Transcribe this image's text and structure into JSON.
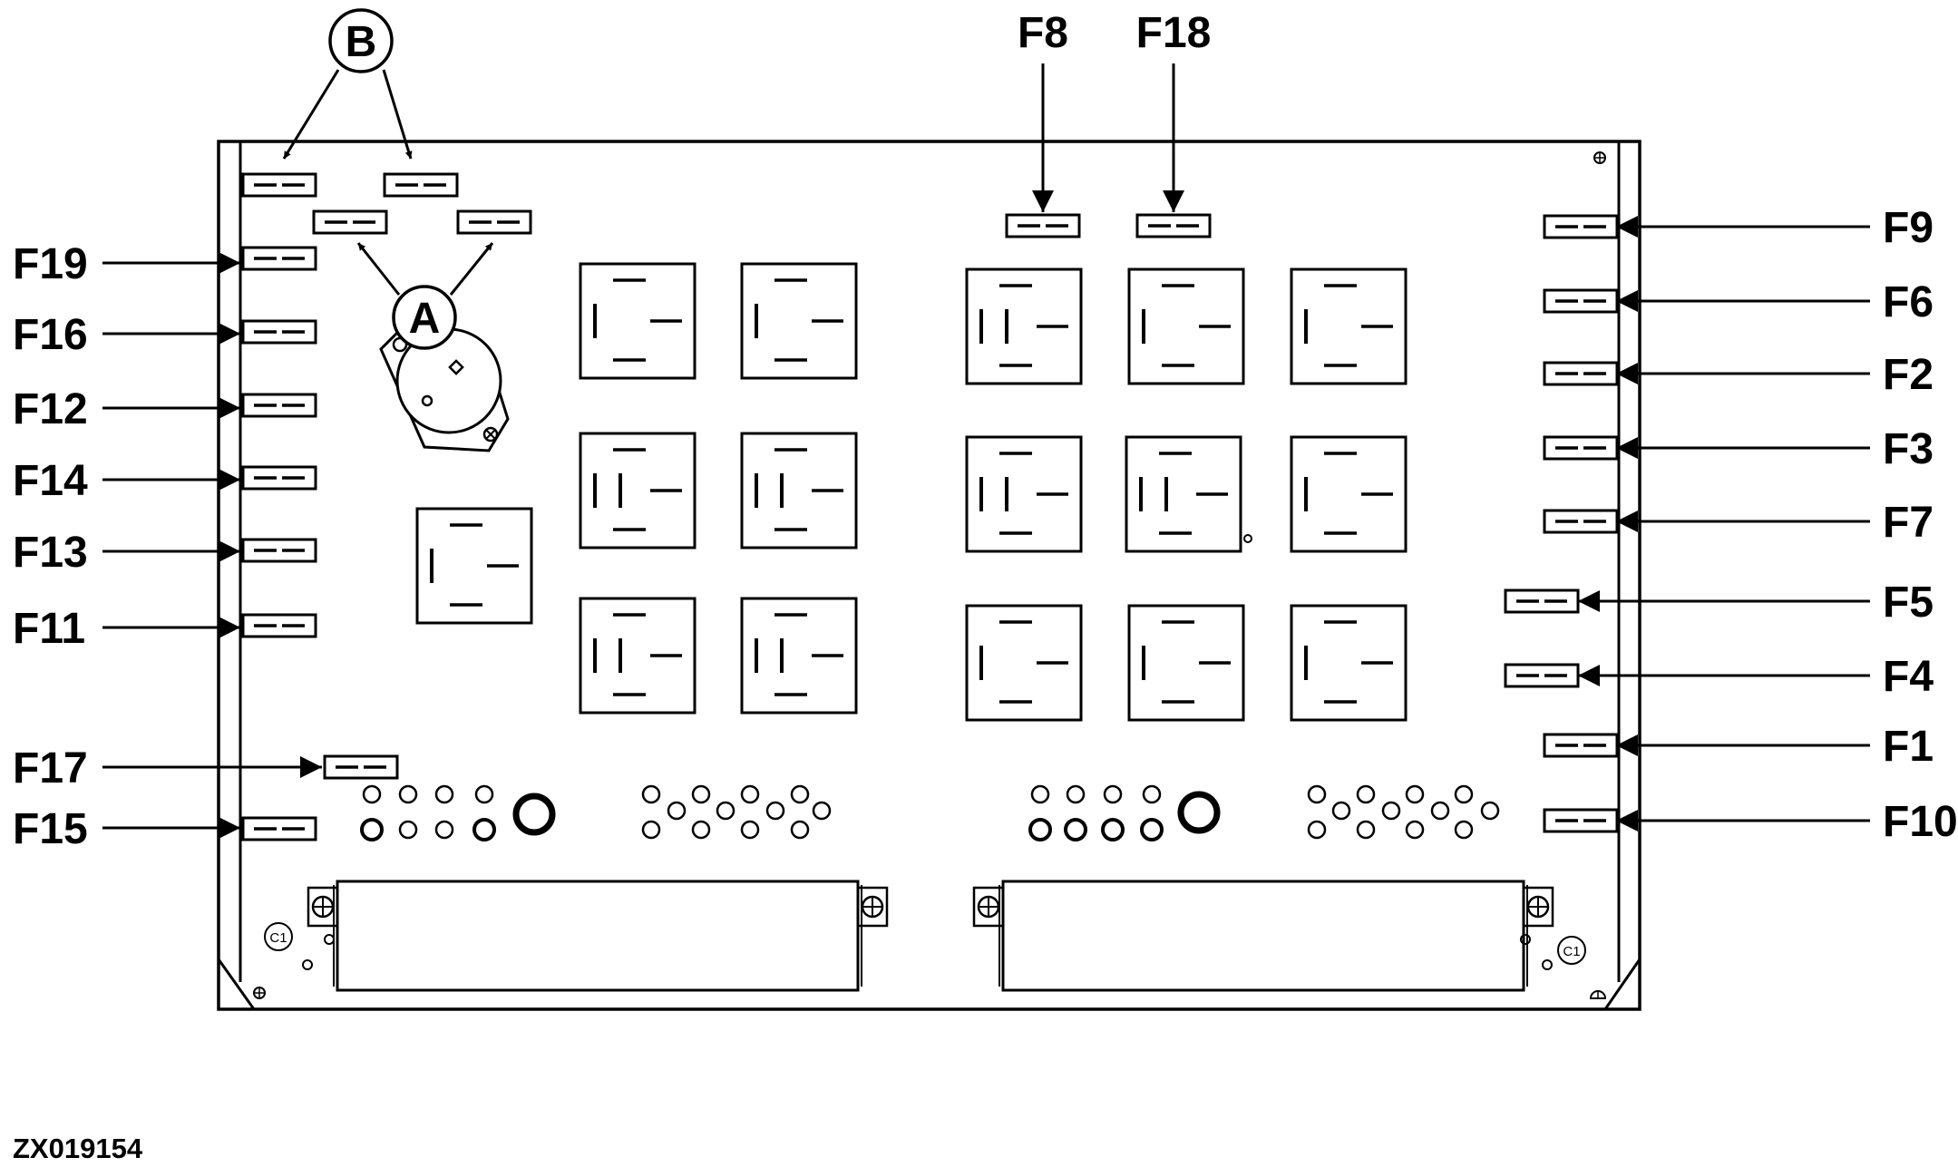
{
  "diagram": {
    "image_code": "ZX019154",
    "callouts": {
      "a": "A",
      "b": "B"
    },
    "fuse_labels": {
      "f1": "F1",
      "f2": "F2",
      "f3": "F3",
      "f4": "F4",
      "f5": "F5",
      "f6": "F6",
      "f7": "F7",
      "f8": "F8",
      "f9": "F9",
      "f10": "F10",
      "f11": "F11",
      "f12": "F12",
      "f13": "F13",
      "f14": "F14",
      "f15": "F15",
      "f16": "F16",
      "f17": "F17",
      "f18": "F18",
      "f19": "F19"
    },
    "board_markings": {
      "c1_left": "C1",
      "c1_right": "C1"
    }
  }
}
